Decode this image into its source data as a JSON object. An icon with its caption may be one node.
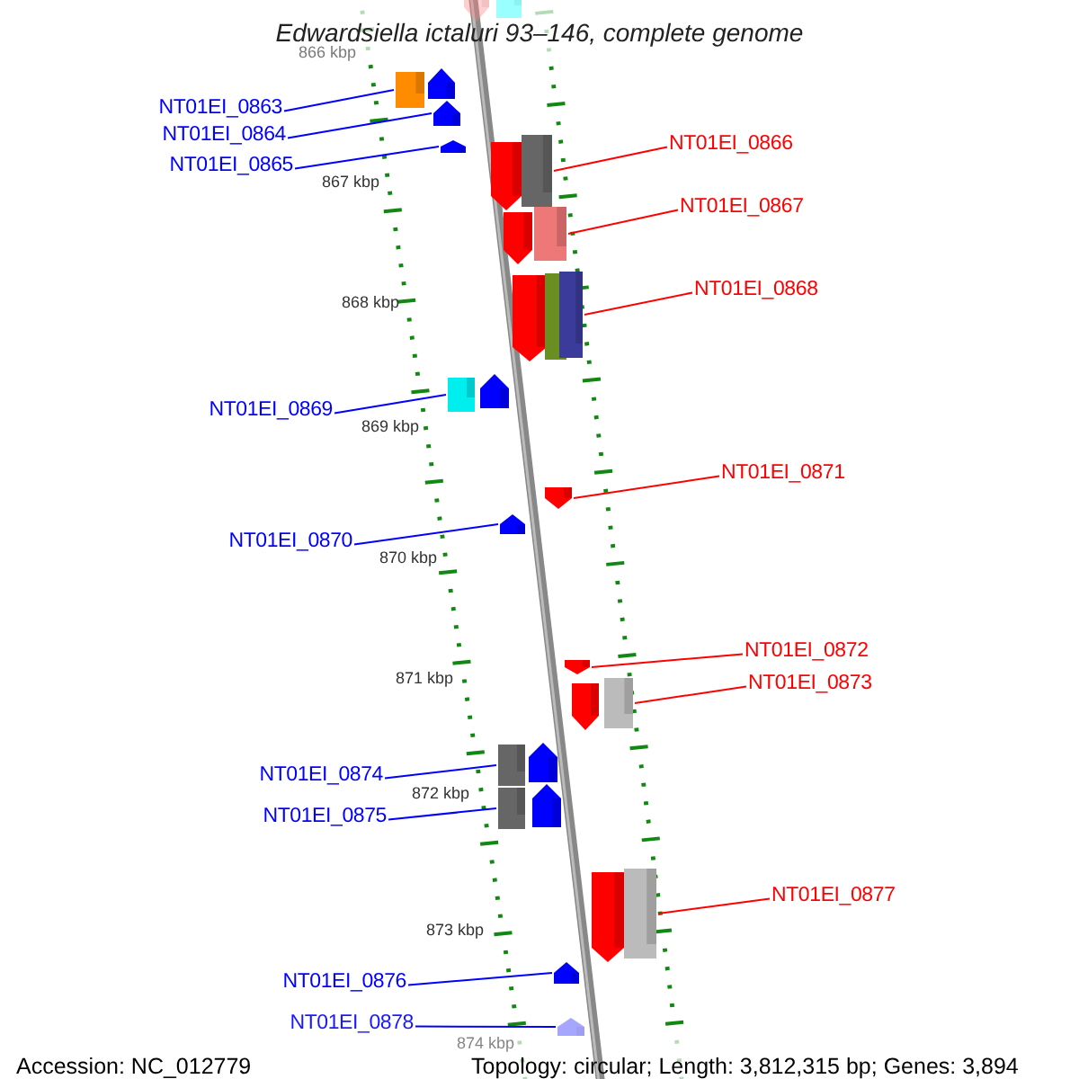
{
  "diagram": {
    "title": "Edwardsiella ictaluri 93–146, complete genome",
    "nodes": [
      {
        "text": [
          "NT01EI_0863"
        ]
      },
      {
        "text": [
          "NT01EI_0864"
        ]
      },
      {
        "text": [
          "NT01EI_0865"
        ]
      },
      {
        "text": [
          "NT01EI_0866"
        ]
      },
      {
        "text": [
          "NT01EI_0867"
        ]
      },
      {
        "text": [
          "NT01EI_0868"
        ]
      },
      {
        "text": [
          "NT01EI_0869"
        ]
      },
      {
        "text": [
          "NT01EI_0871"
        ]
      },
      {
        "text": [
          "NT01EI_0870"
        ]
      },
      {
        "text": [
          "NT01EI_0872"
        ]
      },
      {
        "text": [
          "NT01EI_0873"
        ]
      },
      {
        "text": [
          "NT01EI_0874"
        ]
      },
      {
        "text": [
          "NT01EI_0875"
        ]
      },
      {
        "text": [
          "NT01EI_0877"
        ]
      },
      {
        "text": [
          "NT01EI_0876"
        ]
      },
      {
        "text": [
          "NT01EI_0878"
        ]
      },
      {
        "text": [],
        "shape": "box"
      },
      {
        "text": [],
        "shape": "pentagon"
      },
      {
        "text": [],
        "shape": "pentagon"
      },
      {
        "text": [],
        "shape": "box"
      },
      {
        "text": [],
        "shape": "box"
      },
      {
        "text": [],
        "shape": "box"
      },
      {
        "text": [],
        "shape": "box"
      },
      {
        "text": [],
        "shape": "pentagon"
      },
      {
        "text": [],
        "shape": "pentagon"
      },
      {
        "text": [],
        "shape": "pentagon"
      },
      {
        "text": [],
        "shape": "box"
      },
      {
        "text": [],
        "shape": "box"
      },
      {
        "text": [],
        "shape": "box"
      },
      {
        "text": [],
        "shape": "box"
      },
      {
        "text": [],
        "shape": "pentagon"
      },
      {
        "text": [],
        "shape": "pentagon"
      }
    ],
    "edges": [
      {
        "from": 0,
        "to": 16,
        "arrow": "none"
      },
      {
        "from": 1,
        "to": 17,
        "arrow": "none"
      },
      {
        "from": 2,
        "to": 18,
        "arrow": "none"
      },
      {
        "from": 3,
        "to": 19,
        "arrow": "none",
        "color": "#ff0000"
      },
      {
        "from": 4,
        "to": 20,
        "arrow": "none",
        "color": "#ff0000"
      },
      {
        "from": 5,
        "to": 21,
        "arrow": "none",
        "color": "#ff0000"
      },
      {
        "from": 6,
        "to": 22,
        "arrow": "none"
      },
      {
        "from": 7,
        "to": 23,
        "arrow": "none",
        "color": "#ff0000"
      },
      {
        "from": 8,
        "to": 24,
        "arrow": "none"
      },
      {
        "from": 9,
        "to": 25,
        "arrow": "none",
        "color": "#ff0000"
      },
      {
        "from": 10,
        "to": 26,
        "arrow": "none",
        "color": "#ff0000"
      },
      {
        "from": 11,
        "to": 27,
        "arrow": "none"
      },
      {
        "from": 12,
        "to": 28,
        "arrow": "none"
      },
      {
        "from": 13,
        "to": 29,
        "arrow": "none",
        "color": "#ff0000"
      },
      {
        "from": 14,
        "to": 30,
        "arrow": "none"
      },
      {
        "from": 15,
        "to": 31,
        "arrow": "none"
      }
    ],
    "labels": [
      "866 kbp",
      "867 kbp",
      "868 kbp",
      "869 kbp",
      "870 kbp",
      "871 kbp",
      "872 kbp",
      "873 kbp",
      "874 kbp",
      "Accession: NC_012779",
      "Topology: circular; Length: 3,812,315 bp; Genes: 3,894"
    ]
  }
}
